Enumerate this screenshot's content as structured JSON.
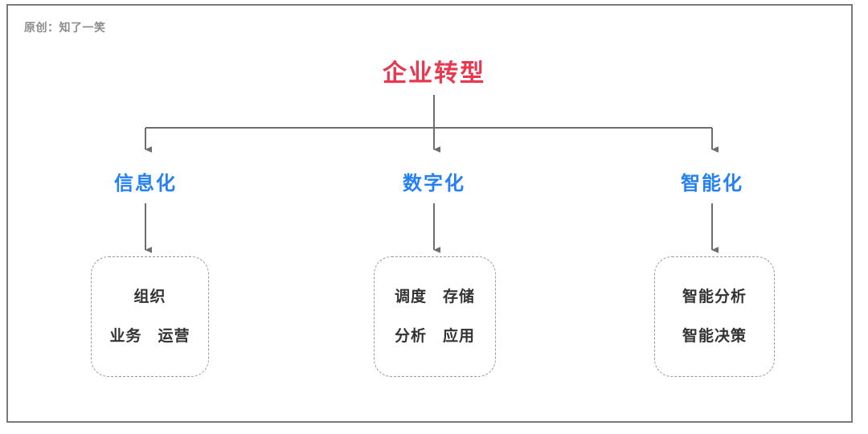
{
  "diagram": {
    "credit": "原创：知了一笑",
    "root": {
      "label": "企业转型",
      "color": "#e8374e"
    },
    "branch_color": "#2680f5",
    "leaf_color": "#333333",
    "connector_color": "#6e6e6e",
    "branches": [
      {
        "label": "信息化",
        "leaf_lines": [
          "组织",
          "业务　运营"
        ]
      },
      {
        "label": "数字化",
        "leaf_lines": [
          "调度　存储",
          "分析　应用"
        ]
      },
      {
        "label": "智能化",
        "leaf_lines": [
          "智能分析",
          "智能决策"
        ]
      }
    ]
  }
}
